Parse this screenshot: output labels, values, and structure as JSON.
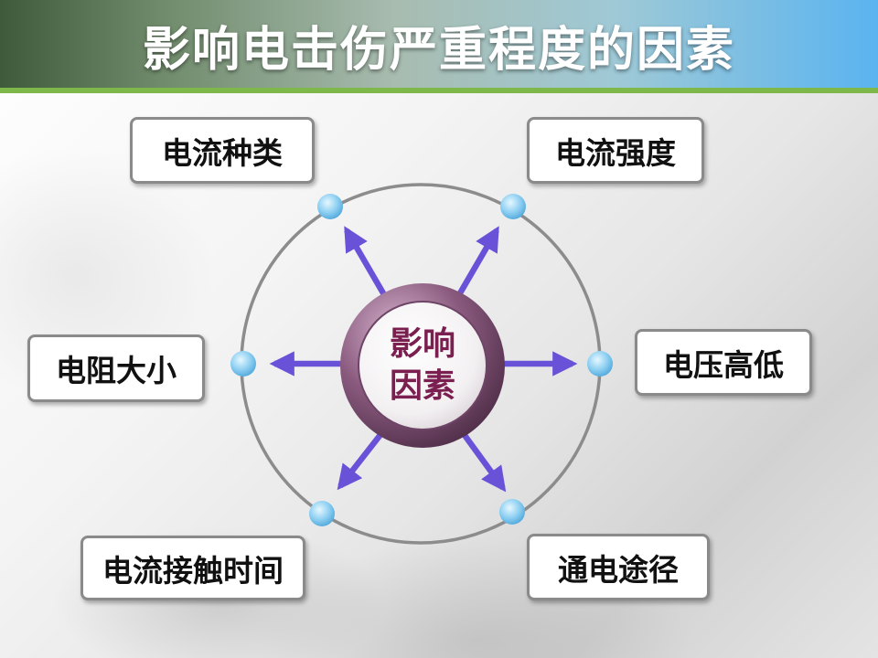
{
  "title": "影响电击伤严重程度的因素",
  "center": {
    "line1": "影响",
    "line2": "因素"
  },
  "factors": [
    {
      "label": "电流种类"
    },
    {
      "label": "电流强度"
    },
    {
      "label": "电阻大小"
    },
    {
      "label": "电压高低"
    },
    {
      "label": "电流接触时间"
    },
    {
      "label": "通电途径"
    }
  ],
  "colors": {
    "arrow": "#6a52d8",
    "node": "#7cc6ee",
    "center_ring": "#8a5a7e",
    "center_text": "#7a1f4f",
    "header_rule": "#7fb84a"
  }
}
